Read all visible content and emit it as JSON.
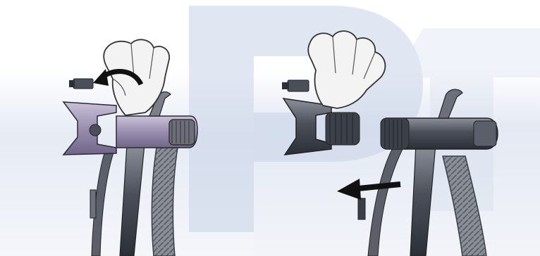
{
  "figure": {
    "panels": [
      {
        "id": "left",
        "step": "turn-tip-guard"
      },
      {
        "id": "right",
        "step": "remove-tip-guard"
      }
    ],
    "watermark": {
      "letters": "PT",
      "color": "#c9d4e8"
    },
    "colors": {
      "gun_metal": "#4a4f5a",
      "gun_dark": "#2b2f37",
      "tip_guard_left": "#9a8fb0",
      "arrow": "#111111",
      "hand_stroke": "#333333",
      "hose": "#7a7f88",
      "background_tint": "#e8edf6"
    }
  }
}
